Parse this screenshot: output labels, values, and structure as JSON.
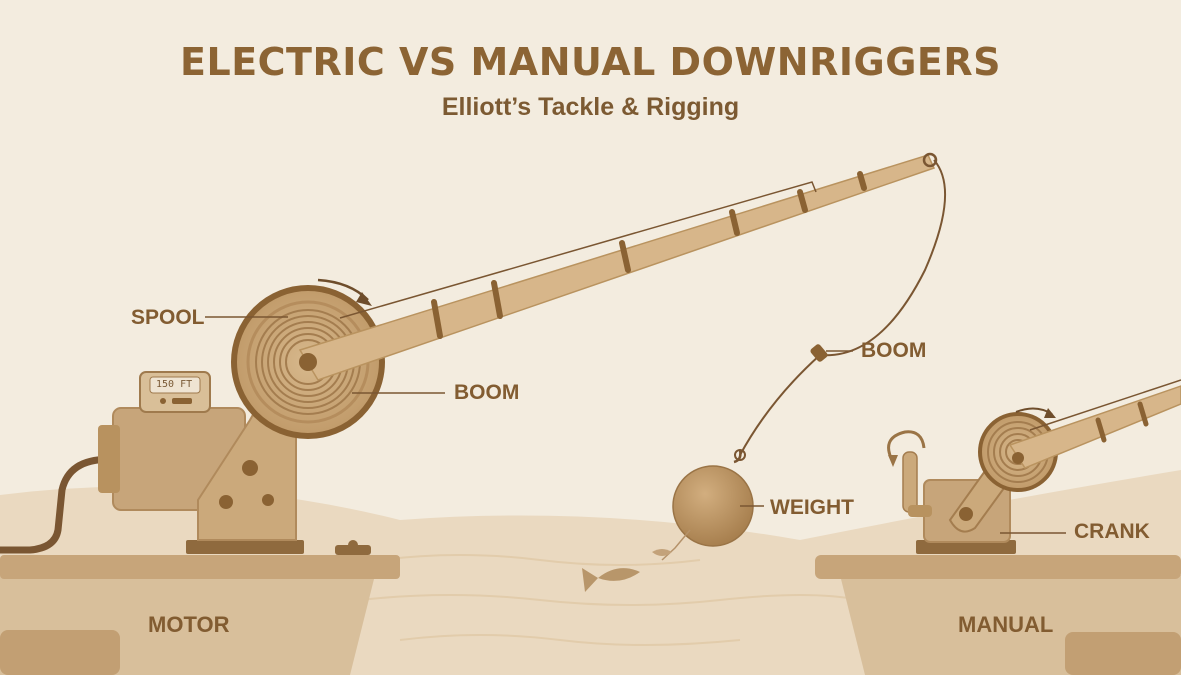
{
  "title": "ELECTRIC VS MANUAL DOWNRIGGERS",
  "subtitle": "Elliott’s Tackle & Rigging",
  "labels": {
    "spool": "SPOOL",
    "boom_left": "BOOM",
    "boom_right": "BOOM",
    "weight": "WEIGHT",
    "crank": "CRANK",
    "motor": "MOTOR",
    "manual": "MANUAL"
  },
  "depth_display": "150 FT",
  "colors": {
    "background": "#f3ecdf",
    "wood": "#c9a679",
    "wood_dark": "#8a6233",
    "text": "#8a6233"
  }
}
